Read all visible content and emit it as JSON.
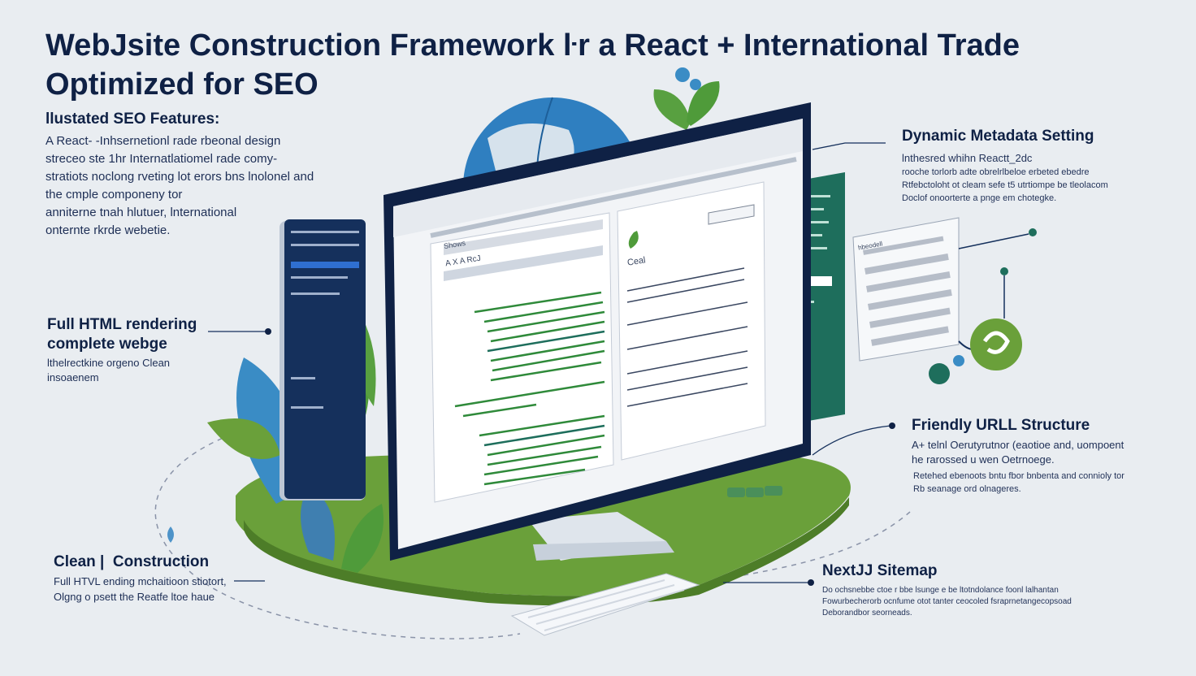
{
  "title": {
    "line1": "WebJsite Construction Framework ŀr a React + International Trade",
    "line2": "Optimized for SEO"
  },
  "intro": {
    "heading": "llustated SEO Features:",
    "lines": [
      "A React- -Inhsernetionl rade rbeonal design",
      "streceo ste 1hr Internatlatiomel rade comy-",
      "stratiots noclong rveting lot erors bns lnolonel and",
      "the cmple componeny tor",
      "anniterne tnah hlutuer, lnternational",
      "onternte rkrde webetie."
    ]
  },
  "features": {
    "html_rendering": {
      "title_line1": "Full HTML rendering",
      "title_line2": "complete webge",
      "lines": [
        "lthelrectkine orgeno Clean",
        "insoaenem"
      ]
    },
    "clean_construction": {
      "title": "Clean |  Construction",
      "lines": [
        "Full HTVL ending mchaitioon stiotort,",
        "Olgng o psett the Reatfe ltoe haue"
      ]
    },
    "dynamic_metadata": {
      "title": "Dynamic Metadata Setting",
      "lines": [
        "lnthesred whihn Reactt_2dc",
        "rooche torlorb adte obrelrlbeloe erbeted ebedre",
        "Rtfebctoloht ot cleam sefe t5 utrtiompe be tleolacom",
        "Doclof onoorterte a pnge em chotegke."
      ]
    },
    "friendly_url": {
      "title": "Friendly URLL Structure",
      "lines": [
        "A+ telnl Oerutyrutnor (eaotioe and, uompoent",
        "he rarossed u wen Oetrnoege.",
        "Retehed ebenoots bntu fbor bnbenta and connioly tor",
        "Rb seanage ord olnageres."
      ]
    },
    "sitemap": {
      "title": "NextJJ Sitemap",
      "lines": [
        "Do ochsnebbe ctoe r bbe lsunge e be ltotndolance foonl lalhantan",
        "Fowurbecherorb ocnfume otot tanter ceocoled fsraprnetangecopsoad",
        "Deborandbor seorneads."
      ]
    }
  },
  "screen": {
    "toolbar": "Shows",
    "path": "A  X  A RcJ",
    "panel_label": "Ceal",
    "mini_window": "hbeodell"
  },
  "colors": {
    "navy": "#0f2145",
    "green": "#6aa03a",
    "teal": "#1e6e5c",
    "blue": "#3a8cc5",
    "background": "#e9edf1"
  }
}
